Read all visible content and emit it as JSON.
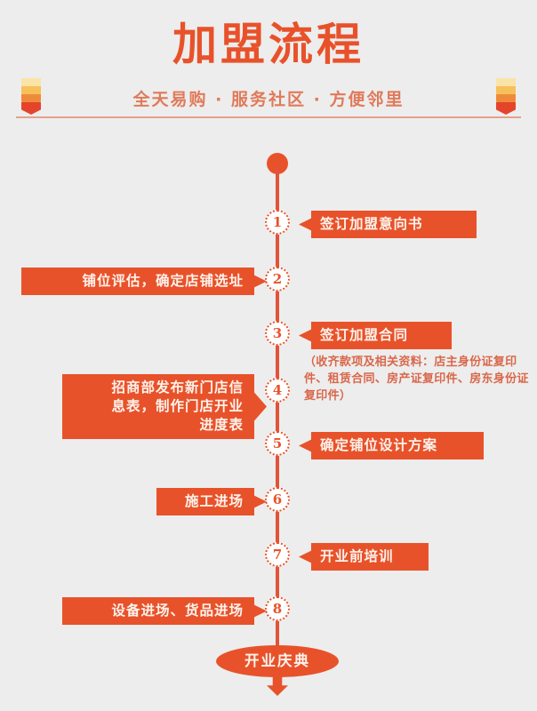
{
  "header": {
    "title": "加盟流程",
    "subtitle": "全天易购 · 服务社区 · 方便邻里",
    "decoration_icon": "chevron-stack-icon",
    "accent_color": "#e8522a",
    "subtitle_color": "#e07a5a",
    "background_color": "#ededed"
  },
  "flow": {
    "start_marker": "start-dot",
    "end_label": "开业庆典",
    "end_arrow_icon": "arrow-down-icon",
    "steps": [
      {
        "number": "1",
        "label": "签订加盟意向书",
        "side": "right",
        "note": ""
      },
      {
        "number": "2",
        "label": "铺位评估，确定店铺选址",
        "side": "left",
        "note": ""
      },
      {
        "number": "3",
        "label": "签订加盟合同",
        "side": "right",
        "note": "（收齐款项及相关资料：店主身份证复印件、租赁合同、房产证复印件、房东身份证复印件）"
      },
      {
        "number": "4",
        "label": "招商部发布新门店信\n息表，制作门店开业\n进度表",
        "side": "left",
        "note": ""
      },
      {
        "number": "5",
        "label": "确定铺位设计方案",
        "side": "right",
        "note": ""
      },
      {
        "number": "6",
        "label": "施工进场",
        "side": "left",
        "note": ""
      },
      {
        "number": "7",
        "label": "开业前培训",
        "side": "right",
        "note": ""
      },
      {
        "number": "8",
        "label": "设备进场、货品进场",
        "side": "left",
        "note": ""
      }
    ]
  }
}
